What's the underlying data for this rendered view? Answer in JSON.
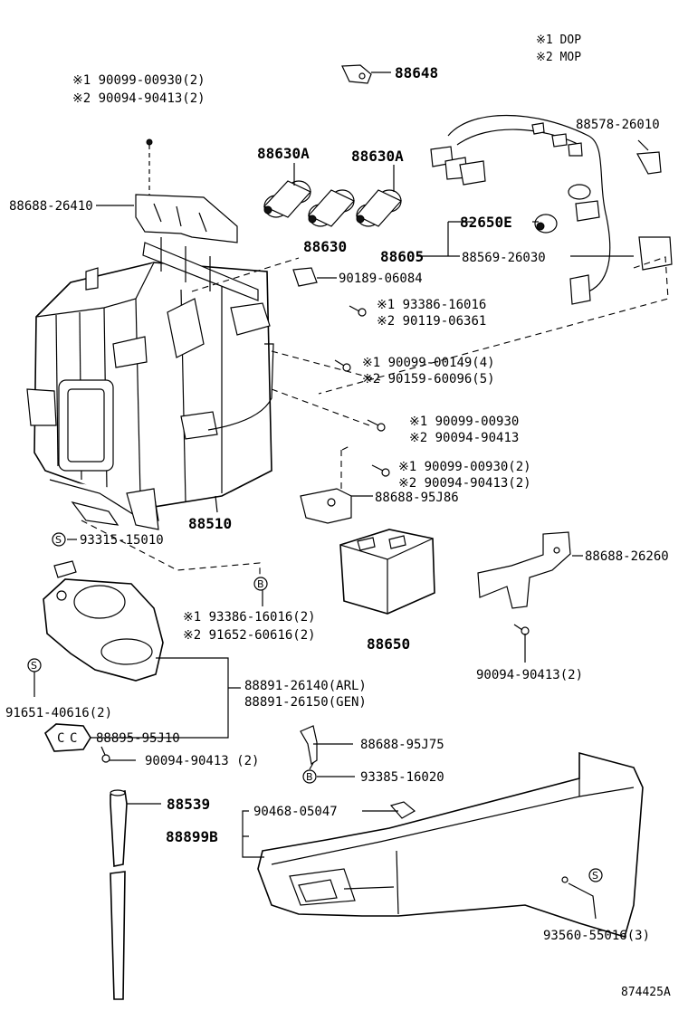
{
  "legend": [
    {
      "mark": "※1",
      "text": "DOP"
    },
    {
      "mark": "※2",
      "text": "MOP"
    }
  ],
  "diagram_code": "874425A",
  "callout_letters": {
    "s": "S",
    "b": "B"
  },
  "labels": {
    "p88648": "88648",
    "p88578": "88578-26010",
    "p88630a_1": "88630A",
    "p88630a_2": "88630A",
    "p88630": "88630",
    "p82650e": "82650E",
    "p88605": "88605",
    "p88569": "88569-26030",
    "p90189": "90189-06084",
    "s1_93386": "※1  93386-16016",
    "s2_90119": "※2  90119-06361",
    "s1_90099_149": "※1  90099-00149(4)",
    "s2_90159": "※2  90159-60096(5)",
    "s1_90099_930": "※1  90099-00930",
    "s2_90094_413": "※2  90094-90413",
    "s1_90099_930_2": "※1  90099-00930(2)",
    "s2_90094_413_2": "※2  90094-90413(2)",
    "p88688_95j86": "88688-95J86",
    "top_s1": "※1  90099-00930(2)",
    "top_s2": "※2  90094-90413(2)",
    "p88688_26410": "88688-26410",
    "p88510": "88510",
    "p93315": "93315-15010",
    "b_s1": "※1  93386-16016(2)",
    "b_s2": "※2  91652-60616(2)",
    "p88650": "88650",
    "p88688_2626": "88688-26260",
    "p90094_r": "90094-90413(2)",
    "p88891_arl": "88891-26140(ARL)",
    "p88891_gen": "88891-26150(GEN)",
    "p91651": "91651-40616(2)",
    "p88895": "88895-95J10",
    "p90094_l": "90094-90413 (2)",
    "p88688_95j75": "88688-95J75",
    "p93385": "93385-16020",
    "p88539": "88539",
    "p90468": "90468-05047",
    "p88899b": "88899B",
    "p93560": "93560-55016(3)"
  }
}
